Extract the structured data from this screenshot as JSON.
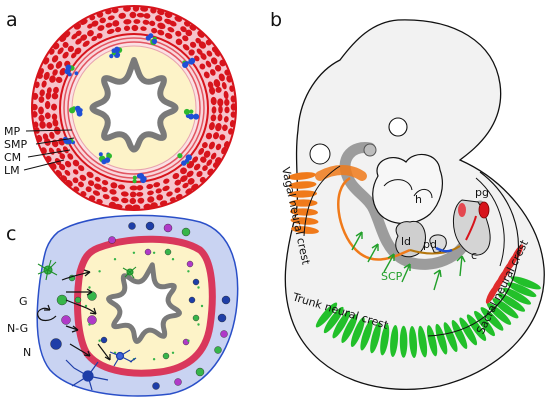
{
  "panels": {
    "a": {
      "letter": "a",
      "labels": {
        "mp": "MP",
        "smp": "SMP",
        "cm": "CM",
        "lm": "LM"
      }
    },
    "b": {
      "letter": "b",
      "labels": {
        "vagal": "Vagal neural crest",
        "trunk": "Trunk neural crest",
        "sacral": "Sacral neural crest",
        "scp": "SCP",
        "h": "h",
        "ld": "ld",
        "pd": "pd",
        "pg": "pg",
        "c": "c"
      }
    },
    "c": {
      "letter": "c",
      "labels": {
        "g": "G",
        "ng": "N-G",
        "n": "N"
      }
    }
  },
  "colors": {
    "muscle_red": "#d7141c",
    "muscle_pink": "#f7b9c3",
    "mucosa_fill": "#fdf3c8",
    "epithelium_grey": "#7a7a7a",
    "ganglion_blue": "#1f4fd6",
    "ganglion_green": "#2eb82e",
    "vagal_orange": "#f07a1a",
    "trunk_green": "#22c02a",
    "sacral_red": "#e02c2c",
    "panel_c_bg": "#c9d3f2",
    "panel_c_ring": "#d9385c",
    "neuron_blue": "#1e3ea8",
    "glia_green": "#37b54a",
    "ng_magenta": "#b03ac8"
  }
}
